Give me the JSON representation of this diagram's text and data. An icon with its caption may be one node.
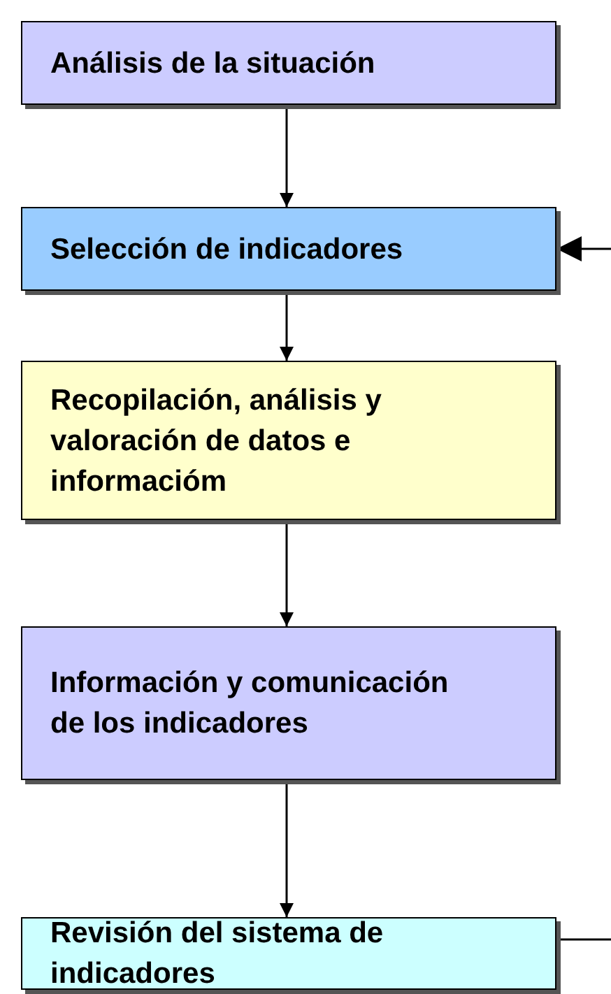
{
  "diagram": {
    "nodes": [
      {
        "text": [
          "Análisis de la situación"
        ]
      },
      {
        "text": [
          "Selección de indicadores"
        ]
      },
      {
        "text": [
          "Recopilación, análisis y valoración de datos e informacióm"
        ]
      },
      {
        "text": [
          "Información y comunicación de los indicadores"
        ]
      },
      {
        "text": [
          "Revisión del sistema de indicadores"
        ]
      }
    ],
    "edges": [
      {
        "from": 0,
        "to": 1,
        "arrow": "to"
      },
      {
        "from": 1,
        "to": 2,
        "arrow": "to"
      },
      {
        "from": 2,
        "to": 3,
        "arrow": "to"
      },
      {
        "from": 3,
        "to": 4,
        "arrow": "to"
      },
      {
        "from": null,
        "to": 1,
        "arrow": "to"
      },
      {
        "from": 4,
        "to": null,
        "arrow": "none"
      }
    ]
  }
}
